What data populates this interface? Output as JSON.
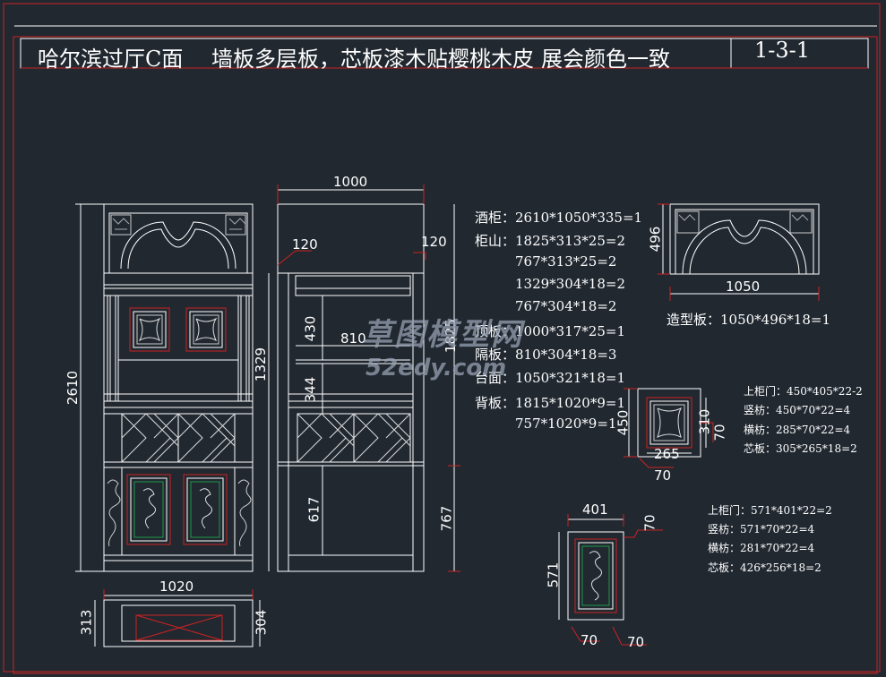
{
  "title_block": {
    "project": "哈尔滨过厅C面",
    "description": "墙板多层板，芯板漆木贴樱桃木皮",
    "note": "展会颜色一致",
    "sheet_no": "1-3-1"
  },
  "front_view": {
    "height": "2610",
    "base_width": "1020"
  },
  "side_view": {
    "top_width": "1000",
    "left_offset": "120",
    "right_offset": "120",
    "upper_height": "1329",
    "shelf_gap_upper": "430",
    "shelf_width": "810",
    "shelf_gap_lower": "344",
    "right_total": "1825",
    "lower_inner": "617",
    "lower_total": "767"
  },
  "plan_view": {
    "depth_left": "313",
    "depth_right": "304"
  },
  "arch_view": {
    "height": "496",
    "width": "1050",
    "label": "造型板：1050*496*18=1"
  },
  "spec_list": [
    "酒柜：2610*1050*335=1",
    "柜山：1825*313*25=2",
    "767*313*25=2",
    "1329*304*18=2",
    "767*304*18=2",
    "顶板：1000*317*25=1",
    "隔板：810*304*18=3",
    "台面：1050*321*18=1",
    "背板：1815*1020*9=1",
    "757*1020*9=1"
  ],
  "upper_door": {
    "height": "450",
    "inner_height": "310",
    "rail": "70",
    "inner_width": "265",
    "bottom_rail": "70",
    "specs": [
      "上柜门：450*405*22-2",
      "竖枋：450*70*22=4",
      "横枋：285*70*22=4",
      "芯板：305*265*18=2"
    ]
  },
  "lower_door": {
    "width": "401",
    "rail_top": "70",
    "height": "571",
    "rail_left": "70",
    "rail_right": "70",
    "specs": [
      "上柜门：571*401*22=2",
      "竖枋：571*70*22=4",
      "横枋：281*70*22=4",
      "芯板：426*256*18=2"
    ]
  },
  "watermark": {
    "line1": "草图模型网",
    "line2": "52edy.com"
  },
  "colors": {
    "background": "#212830",
    "line_white": "#ffffff",
    "frame_red": "#cc2222",
    "panel_green": "#1f7a3a",
    "watermark": "#8a94a6"
  }
}
